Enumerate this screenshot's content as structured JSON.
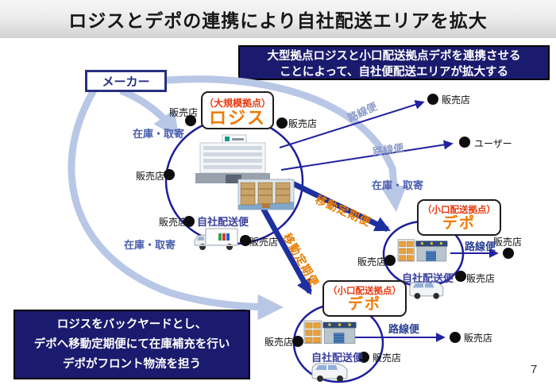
{
  "page": {
    "title": "ロジスとデポの連携により自社配送エリアを拡大",
    "page_number": "7"
  },
  "callout_top": {
    "line1": "大型拠点ロジスと小口配送拠点デポを連携させる",
    "line2": "ことによって、自社便配送エリアが拡大する"
  },
  "callout_bottom": {
    "line1": "ロジスをバックヤードとし、",
    "line2": "デポへ移動定期便にて在庫補充を行い",
    "line3": "デポがフロント物流を担う"
  },
  "diagram": {
    "maker_label": "メーカー",
    "logis": {
      "type_label": "（大規模拠点）",
      "name": "ロジス"
    },
    "depot": {
      "type_label": "（小口配送拠点）",
      "name": "デポ"
    },
    "edge_labels": {
      "store": "販売店",
      "user": "ユーザー",
      "stock_pickup": "在庫・取寄",
      "route_service": "路線便",
      "scheduled_transfer": "移動定期便",
      "own_delivery": "自社配送便"
    }
  },
  "colors": {
    "callout_bg": "#1a1a6e",
    "accent_red": "#e8380d",
    "accent_orange": "#f07800",
    "network_navy": "#1d1d9c",
    "maker_flow_blue": "#b9c7e6",
    "label_blue": "#4a5fae"
  }
}
